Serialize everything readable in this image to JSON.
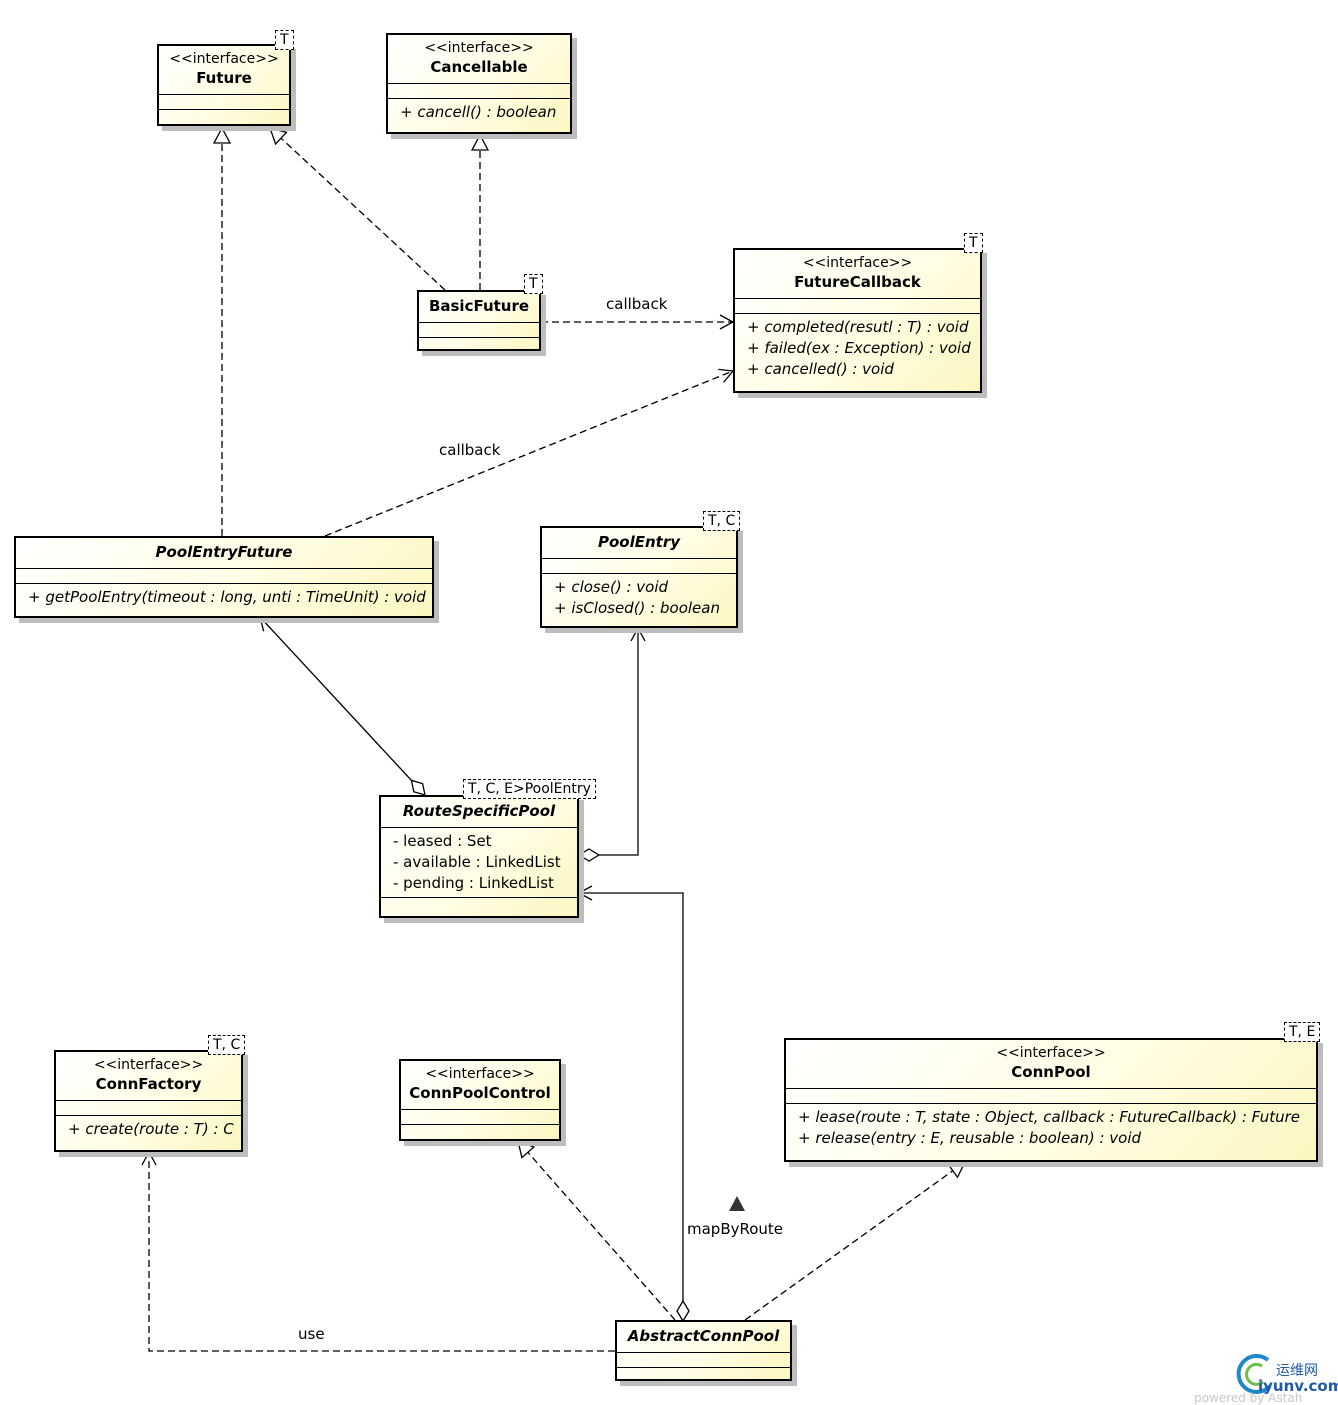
{
  "classes": {
    "future": {
      "stereotype": "<<interface>>",
      "name": "Future",
      "template": "T",
      "attributes": [],
      "operations": []
    },
    "cancellable": {
      "stereotype": "<<interface>>",
      "name": "Cancellable",
      "attributes": [],
      "operations": [
        "+ cancell() : boolean"
      ]
    },
    "basicfuture": {
      "name": "BasicFuture",
      "template": "T",
      "attributes": [],
      "operations": []
    },
    "futurecallback": {
      "stereotype": "<<interface>>",
      "name": "FutureCallback",
      "template": "T",
      "attributes": [],
      "operations": [
        "+ completed(resutl : T) : void",
        "+ failed(ex : Exception) : void",
        "+ cancelled() : void"
      ]
    },
    "poolentryfuture": {
      "name": "PoolEntryFuture",
      "attributes": [],
      "operations": [
        "+ getPoolEntry(timeout : long, unti : TimeUnit) : void"
      ]
    },
    "poolentry": {
      "name": "PoolEntry",
      "template": "T, C",
      "attributes": [],
      "operations": [
        "+ close() : void",
        "+ isClosed() : boolean"
      ]
    },
    "routespecificpool": {
      "name": "RouteSpecificPool",
      "template": "T, C, E>PoolEntry",
      "attributes": [
        "- leased : Set",
        "- available : LinkedList",
        "- pending : LinkedList"
      ],
      "operations": []
    },
    "connfactory": {
      "stereotype": "<<interface>>",
      "name": "ConnFactory",
      "template": "T, C",
      "attributes": [],
      "operations": [
        "+ create(route : T) : C"
      ]
    },
    "connpoolcontrol": {
      "stereotype": "<<interface>>",
      "name": "ConnPoolControl",
      "attributes": [],
      "operations": []
    },
    "connpool": {
      "stereotype": "<<interface>>",
      "name": "ConnPool",
      "template": "T, E",
      "attributes": [],
      "operations": [
        "+ lease(route : T, state : Object, callback : FutureCallback) : Future",
        "+ release(entry : E, reusable : boolean) : void"
      ]
    },
    "abstractconnpool": {
      "name": "AbstractConnPool",
      "attributes": [],
      "operations": []
    }
  },
  "edge_labels": {
    "callback_1": "callback",
    "callback_2": "callback",
    "map_by_route": "mapByRoute",
    "use": "use"
  },
  "watermark": {
    "cn": "运维网",
    "domain": "iyunv.com",
    "powered": "powered by Astah"
  }
}
